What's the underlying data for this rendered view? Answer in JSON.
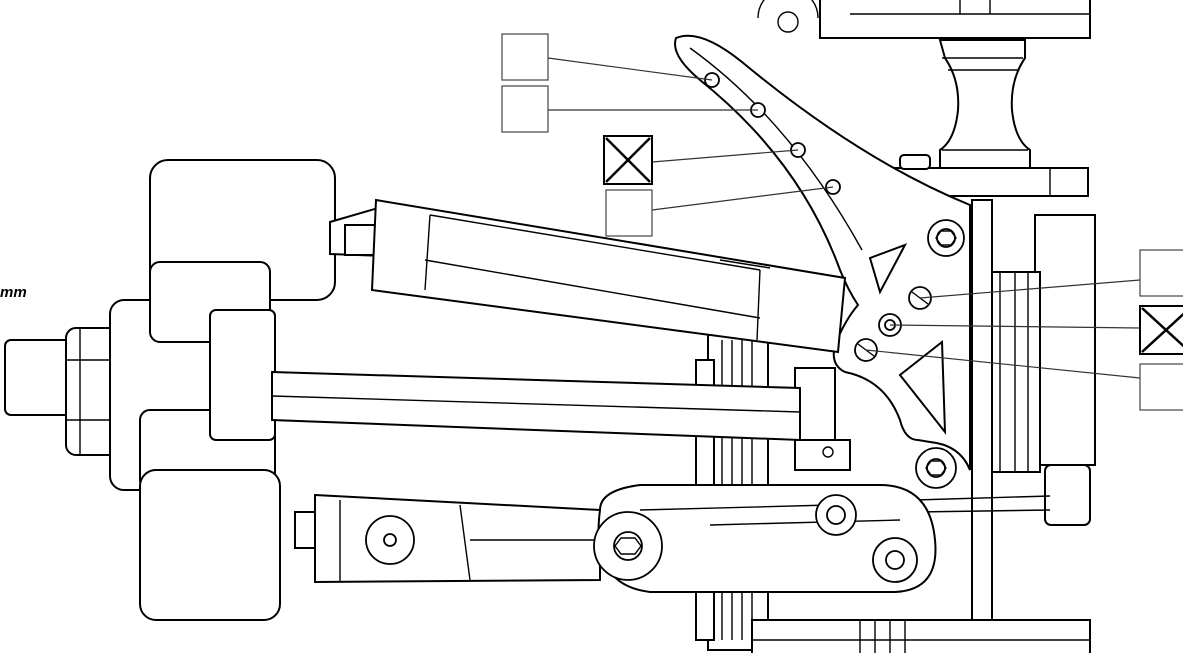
{
  "diagram": {
    "unit_label": "mm",
    "outer_camber_positions": [
      {
        "state": "unselected"
      },
      {
        "state": "unselected"
      },
      {
        "state": "selected"
      },
      {
        "state": "unselected"
      }
    ],
    "inner_camber_positions": [
      {
        "state": "unselected"
      },
      {
        "state": "selected"
      },
      {
        "state": "unselected"
      }
    ],
    "colors": {
      "line": "#000000",
      "background": "#ffffff",
      "part_fill": "#ffffff"
    }
  }
}
